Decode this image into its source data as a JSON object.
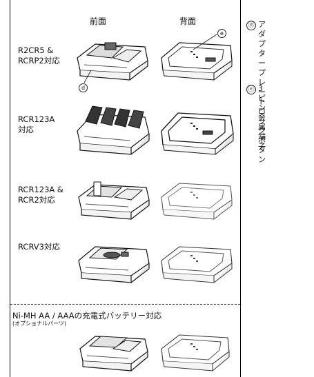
{
  "columns": {
    "front": "前面",
    "back": "背面"
  },
  "rows": [
    {
      "label": "R2CR5 &\nRCRP2対応"
    },
    {
      "label": "RCR123A\n対応"
    },
    {
      "label": "RCR123A &\nRCR2対応"
    },
    {
      "label": "RCRV3対応"
    }
  ],
  "optional": {
    "title": "Ni-MH AA / AAAの充電式バッテリー対応",
    "subtitle": "(オプショナルパーツ)"
  },
  "callouts": {
    "d": {
      "mark": "ⓓ",
      "text": "アダプター\nプレートロッ\nクボタン"
    },
    "e": {
      "mark": "ⓔ",
      "text": "3ピン\n金属端子"
    }
  },
  "pins": {
    "d": "d",
    "e": "e"
  }
}
